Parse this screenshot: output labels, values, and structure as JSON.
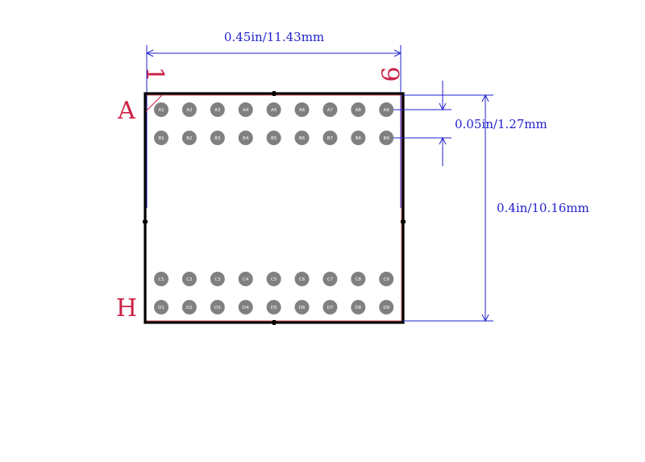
{
  "dimensions": {
    "width_label": "0.45in/11.43mm",
    "pitch_label": "0.05in/1.27mm",
    "height_label": "0.4in/10.16mm"
  },
  "markers": {
    "col_first": "1",
    "col_last": "9",
    "row_first": "A",
    "row_last": "H"
  },
  "pads": {
    "rows": [
      [
        "A1",
        "A2",
        "A3",
        "A4",
        "A5",
        "A6",
        "A7",
        "A8",
        "A9"
      ],
      [
        "B1",
        "B2",
        "B3",
        "B4",
        "B5",
        "B6",
        "B7",
        "B8",
        "B9"
      ],
      [
        "C1",
        "C2",
        "C3",
        "C4",
        "C5",
        "C6",
        "C7",
        "C8",
        "C9"
      ],
      [
        "D1",
        "D2",
        "D3",
        "D4",
        "D5",
        "D6",
        "D7",
        "D8",
        "D9"
      ]
    ]
  },
  "colors": {
    "outline": "#000000",
    "dimension": "#2222cc",
    "silkscreen": "#cc2244",
    "pad": "#808080"
  }
}
